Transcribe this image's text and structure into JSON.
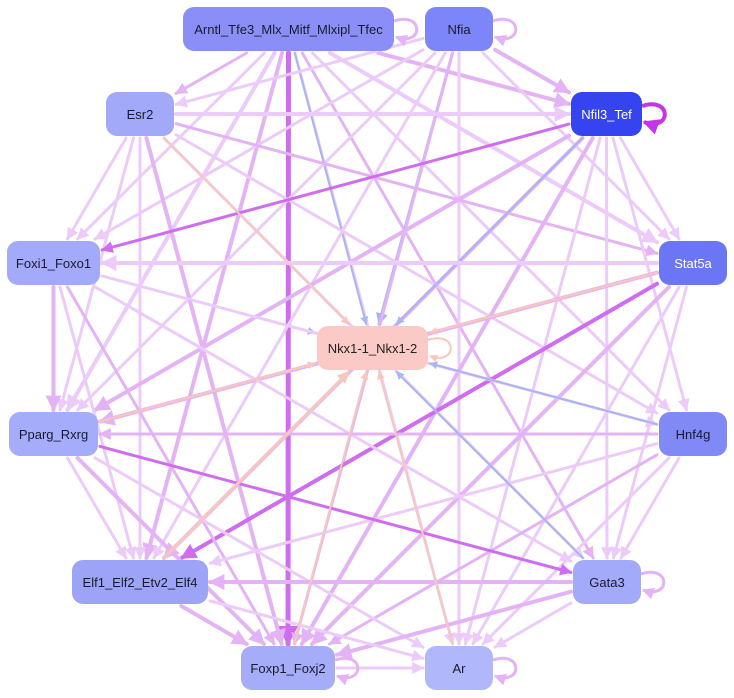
{
  "graph": {
    "nodes": [
      {
        "id": "arntl",
        "label": "Arntl_Tfe3_Mlx_Mitf_Mlxipl_Tfec",
        "color": "#8a8ff7"
      },
      {
        "id": "nfia",
        "label": "Nfia",
        "color": "#7d86f8"
      },
      {
        "id": "esr2",
        "label": "Esr2",
        "color": "#a2a9f8"
      },
      {
        "id": "nfil3",
        "label": "Nfil3_Tef",
        "color": "#3543f0"
      },
      {
        "id": "foxi1",
        "label": "Foxi1_Foxo1",
        "color": "#a4aafb"
      },
      {
        "id": "stat5a",
        "label": "Stat5a",
        "color": "#6b76f6"
      },
      {
        "id": "nkx1",
        "label": "Nkx1-1_Nkx1-2",
        "color": "#fccac6"
      },
      {
        "id": "pparg",
        "label": "Pparg_Rxrg",
        "color": "#a5acfa"
      },
      {
        "id": "hnf4g",
        "label": "Hnf4g",
        "color": "#8089f5"
      },
      {
        "id": "elf1",
        "label": "Elf1_Elf2_Etv2_Elf4",
        "color": "#9da4f7"
      },
      {
        "id": "gata3",
        "label": "Gata3",
        "color": "#a3aaf9"
      },
      {
        "id": "foxp1",
        "label": "Foxp1_Foxj2",
        "color": "#a5acf8"
      },
      {
        "id": "ar",
        "label": "Ar",
        "color": "#b1b7fb"
      }
    ],
    "edge_colors": {
      "violet": "#d06cf0",
      "lilac": "#e4b3f6",
      "pale": "#eccbfa",
      "blue": "#a9b4f4",
      "peach": "#f8c7bc",
      "self_loop_hub": "#c235ea"
    }
  }
}
